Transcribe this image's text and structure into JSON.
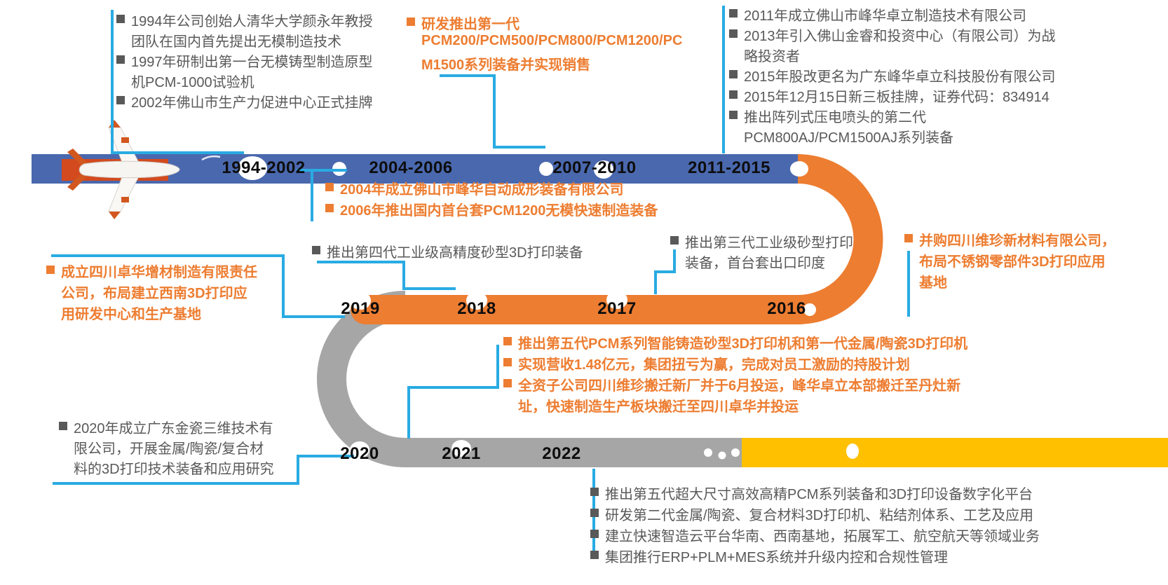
{
  "timeline": {
    "row1_years": [
      "1994-2002",
      "2004-2006",
      "2007-2010",
      "2011-2015"
    ],
    "row2_years": [
      "2019",
      "2018",
      "2017",
      "2016"
    ],
    "row3_years": [
      "2020",
      "2021",
      "2022"
    ]
  },
  "blocks": {
    "tl": {
      "lines": [
        "1994年公司创始人清华大学颜永年教授",
        "团队在国内首先提出无模制造技术",
        "1997年研制出第一台无模铸型制造原型",
        "机PCM-1000试验机",
        "2002年佛山市生产力促进中心正式挂牌"
      ]
    },
    "tm": {
      "lines": [
        "研发推出第一代",
        "PCM200/PCM500/PCM800/PCM1200/PC",
        "M1500系列装备并实现销售"
      ]
    },
    "tr": {
      "lines": [
        "2011年成立佛山市峰华卓立制造技术有限公司",
        "2013年引入佛山金睿和投资中心（有限公司）为战",
        "略投资者",
        "2015年股改更名为广东峰华卓立科技股份有限公司",
        "2015年12月15日新三板挂牌，证券代码：834914",
        "推出阵列式压电喷头的第二代",
        "PCM800AJ/PCM1500AJ系列装备"
      ]
    },
    "y2004": {
      "lines": [
        "2004年成立佛山市峰华自动成形装备有限公司",
        "2006年推出国内首台套PCM1200无模快速制造装备"
      ]
    },
    "gen4": {
      "lines": [
        "推出第四代工业级高精度砂型3D打印装备"
      ]
    },
    "gen3": {
      "lines": [
        "推出第三代工业级砂型打印",
        "装备，首台套出口印度"
      ]
    },
    "merger": {
      "lines": [
        "并购四川维珍新材料有限公司，",
        "布局不锈钢零部件3D打印应用",
        "基地"
      ]
    },
    "sichuan": {
      "lines": [
        "成立四川卓华增材制造有限责任",
        "公司，布局建立西南3D打印应",
        "用研发中心和生产基地"
      ]
    },
    "gen5": {
      "lines": [
        "推出第五代PCM系列智能铸造砂型3D打印机和第一代金属/陶瓷3D打印机",
        "实现营收1.48亿元，集团扭亏为赢，完成对员工激励的持股计划",
        "全资子公司四川维珍搬迁新厂并于6月投运，峰华卓立本部搬迁至丹灶新",
        "址，快速制造生产板块搬迁至四川卓华并投运"
      ]
    },
    "y2020": {
      "lines": [
        "2020年成立广东金瓷三维技术有",
        "限公司，开展金属/陶瓷/复合材",
        "料的3D打印技术装备和应用研究"
      ]
    },
    "br": {
      "lines": [
        "推出第五代超大尺寸高效高精PCM系列装备和3D打印设备数字化平台",
        "研发第二代金属/陶瓷、复合材料3D打印机、粘结剂体系、工艺及应用",
        "建立快速智造云平台华南、西南基地，拓展军工、航空航天等领域业务",
        "集团推行ERP+PLM+MES系统并升级内控和合规性管理"
      ]
    }
  },
  "colors": {
    "blue_bar": "#4A68AE",
    "orange": "#ED7D31",
    "gray": "#A6A6A6",
    "yellow": "#FFC000",
    "connector": "#29ABE2",
    "text_gray": "#595959",
    "text_orange": "#ED7D31",
    "plane_red": "#D24A1E"
  }
}
